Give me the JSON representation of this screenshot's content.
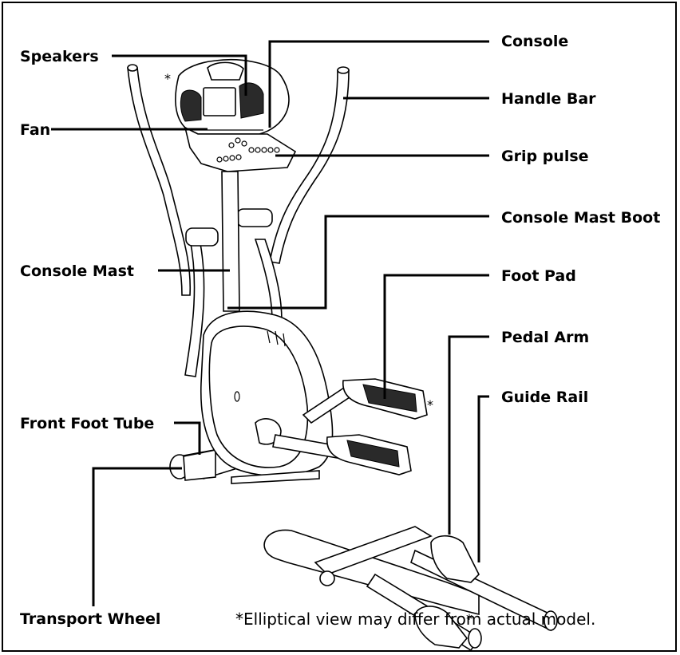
{
  "labels": {
    "console": "Console",
    "speakers": "Speakers",
    "handle_bar": "Handle Bar",
    "fan": "Fan",
    "grip_pulse": "Grip pulse",
    "console_mast_boot": "Console Mast Boot",
    "console_mast": "Console Mast",
    "foot_pad": "Foot Pad",
    "pedal_arm": "Pedal Arm",
    "guide_rail": "Guide Rail",
    "front_foot_tube": "Front Foot Tube",
    "transport_wheel": "Transport Wheel"
  },
  "footnote": "*Elliptical view may differ from actual model.",
  "asterisk": "*",
  "image_name": "elliptical-trainer-line-drawing"
}
